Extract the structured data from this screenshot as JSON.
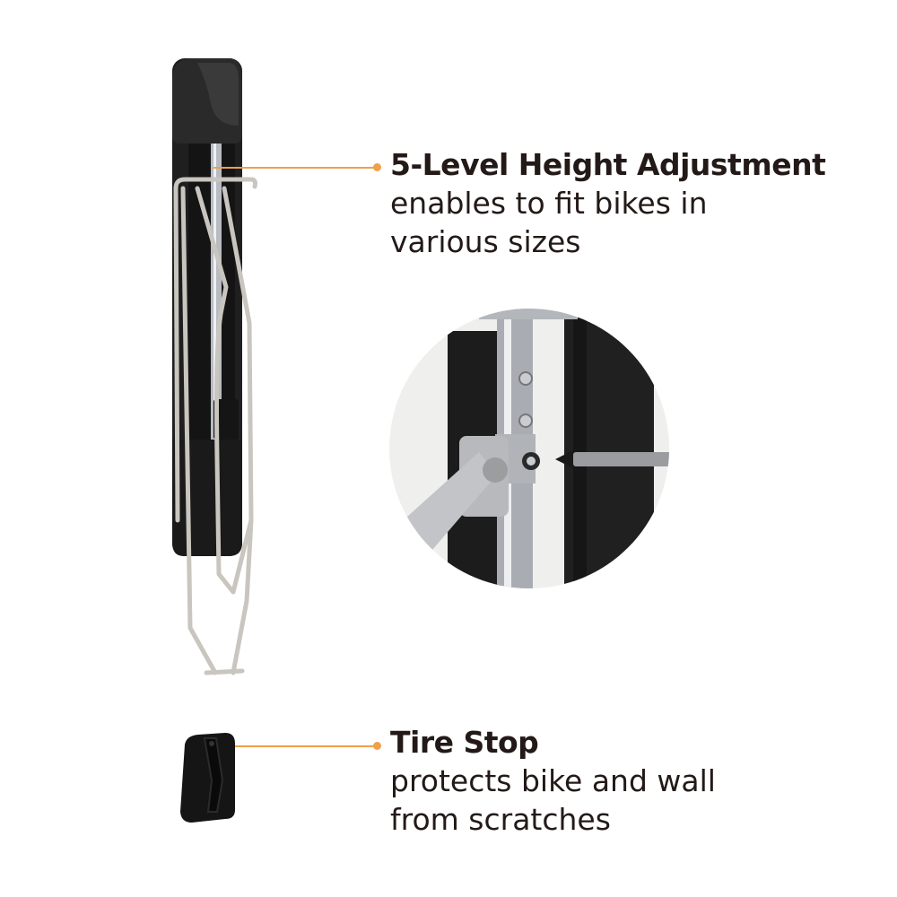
{
  "accent_color": "#f0a04b",
  "features": [
    {
      "title": "5-Level Height Adjustment",
      "description_lines": [
        "enables to fit bikes in",
        "various sizes"
      ]
    },
    {
      "title": "Tire Stop",
      "description_lines": [
        "protects bike and wall",
        "from scratches"
      ]
    }
  ],
  "images": {
    "main_product": "wall-mounted-bike-rack",
    "detail_circle": "height-adjustment-screw-detail",
    "tire_stop": "tire-stop-pad"
  }
}
